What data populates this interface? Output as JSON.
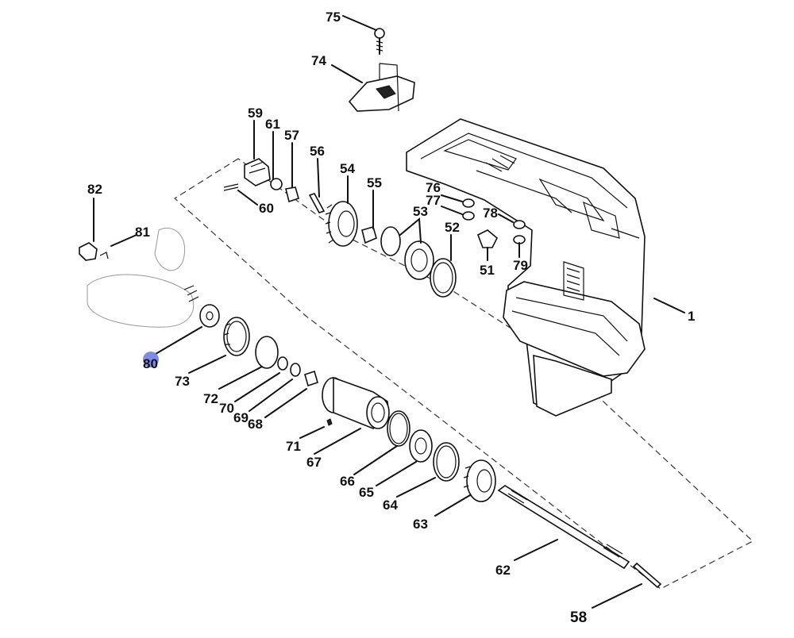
{
  "colors": {
    "ink": "#111111",
    "highlight": "#6f7fe8"
  },
  "labels": {
    "p1": "1",
    "p51": "51",
    "p52": "52",
    "p53": "53",
    "p54": "54",
    "p55": "55",
    "p56": "56",
    "p57": "57",
    "p58": "58",
    "p59": "59",
    "p60": "60",
    "p61": "61",
    "p62": "62",
    "p63": "63",
    "p64": "64",
    "p65": "65",
    "p66": "66",
    "p67": "67",
    "p68": "68",
    "p69": "69",
    "p70": "70",
    "p71": "71",
    "p72": "72",
    "p73": "73",
    "p74": "74",
    "p75": "75",
    "p76": "76",
    "p77": "77",
    "p78": "78",
    "p79": "79",
    "p80": "80",
    "p81": "81",
    "p82": "82"
  },
  "highlighted_part": "80"
}
